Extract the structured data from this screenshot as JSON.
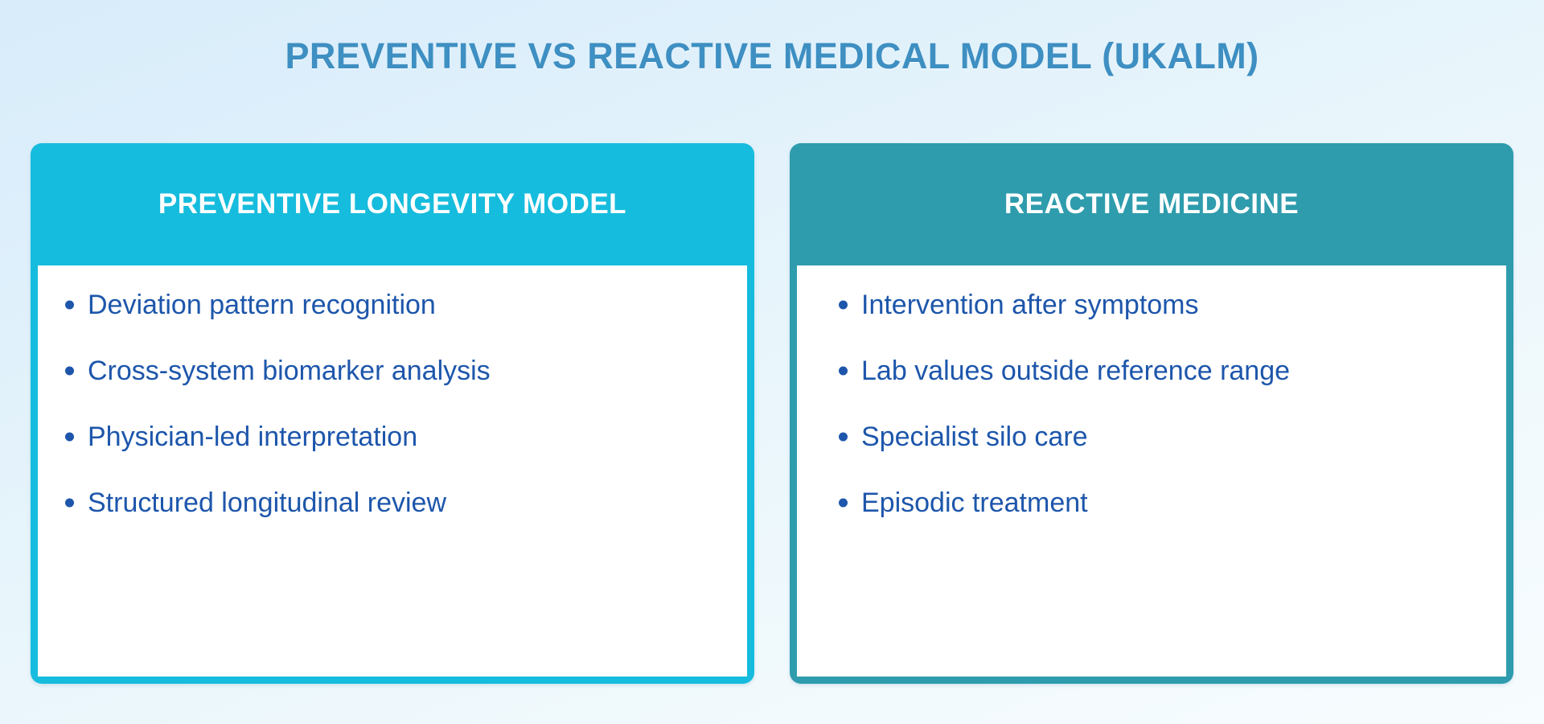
{
  "slide": {
    "title": "PREVENTIVE VS REACTIVE MEDICAL MODEL (UKALM)",
    "background_top_color": "#d8ecfa",
    "background_bottom_color": "#f7fcfe",
    "title_color": "#3e8fc2"
  },
  "columns": [
    {
      "id": "preventive",
      "header": "PREVENTIVE LONGEVITY MODEL",
      "header_bg_color": "#16bcdd",
      "header_text_color": "#ffffff",
      "body_bg_color": "#ffffff",
      "bullet_color": "#1d56ab",
      "items": [
        "Deviation pattern recognition",
        "Cross-system biomarker analysis",
        "Physician-led interpretation",
        "Structured longitudinal review"
      ]
    },
    {
      "id": "reactive",
      "header": "REACTIVE MEDICINE",
      "header_bg_color": "#2e9cad",
      "header_text_color": "#ffffff",
      "body_bg_color": "#ffffff",
      "bullet_color": "#1d56ab",
      "items": [
        "Intervention after symptoms",
        "Lab values outside reference range",
        "Specialist silo care",
        "Episodic treatment"
      ]
    }
  ]
}
